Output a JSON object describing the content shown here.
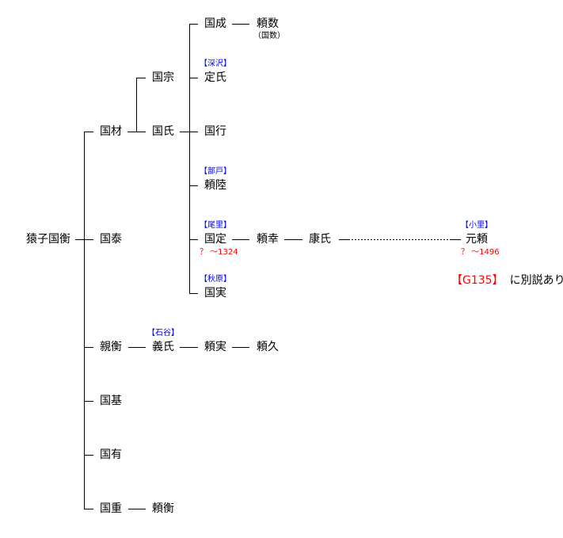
{
  "root": "猿子国衡",
  "kunizai": "国材",
  "kuniyasu": "国泰",
  "chikahira": "親衡",
  "kunimoto": "国基",
  "kuniari": "国有",
  "kunishige": "国重",
  "kunimune": "国宗",
  "kuniuji": "国氏",
  "kuninari": "国成",
  "yorikazu": "頼数",
  "yorikazu_alt": "（国数）",
  "sadauji": "定氏",
  "sadauji_label": "【深沢】",
  "kuniyuki": "国行",
  "yorimutsu": "頼陸",
  "yorimutsu_label": "【部戸】",
  "kunisada": "国定",
  "kunisada_label": "【尾里】",
  "kunisada_years": "？ ～1324",
  "yoriyuki": "頼幸",
  "yasuuji": "康氏",
  "motoyori": "元頼",
  "motoyori_label": "【小里】",
  "motoyori_years": "？ ～1496",
  "note_ref": "【G135】",
  "note_text": "に別説あり",
  "kunizane": "国実",
  "kunizane_label": "【秋原】",
  "yoshiuji": "義氏",
  "yoshiuji_label": "【石谷】",
  "yorizane": "頼実",
  "yorihisa": "頼久",
  "yorihira": "頼衡"
}
